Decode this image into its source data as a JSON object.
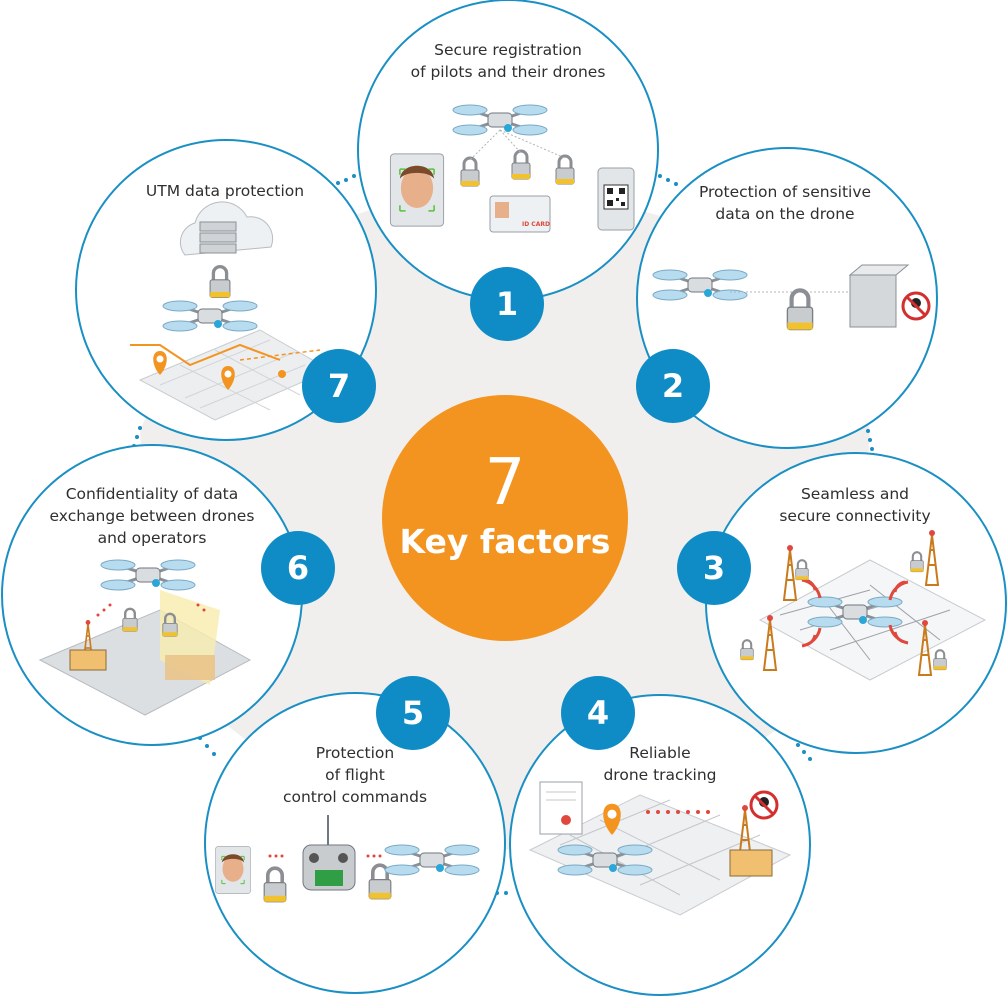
{
  "center": {
    "count": "7",
    "title": "Key factors"
  },
  "colors": {
    "ring": "#1a8fc4",
    "badge": "#0f8cc6",
    "center": "#f39420",
    "hub": "#f0efee"
  },
  "factors": [
    {
      "number": "1",
      "label": "Secure registration\nof pilots and their drones"
    },
    {
      "number": "2",
      "label": "Protection of sensitive\ndata on the drone"
    },
    {
      "number": "3",
      "label": "Seamless and\nsecure connectivity"
    },
    {
      "number": "4",
      "label": "Reliable\ndrone tracking"
    },
    {
      "number": "5",
      "label": "Protection\nof flight\ncontrol commands"
    },
    {
      "number": "6",
      "label": "Confidentiality of data\nexchange between drones\nand operators"
    },
    {
      "number": "7",
      "label": "UTM data protection"
    }
  ],
  "illustrations": {
    "id_card": "ID CARD"
  }
}
